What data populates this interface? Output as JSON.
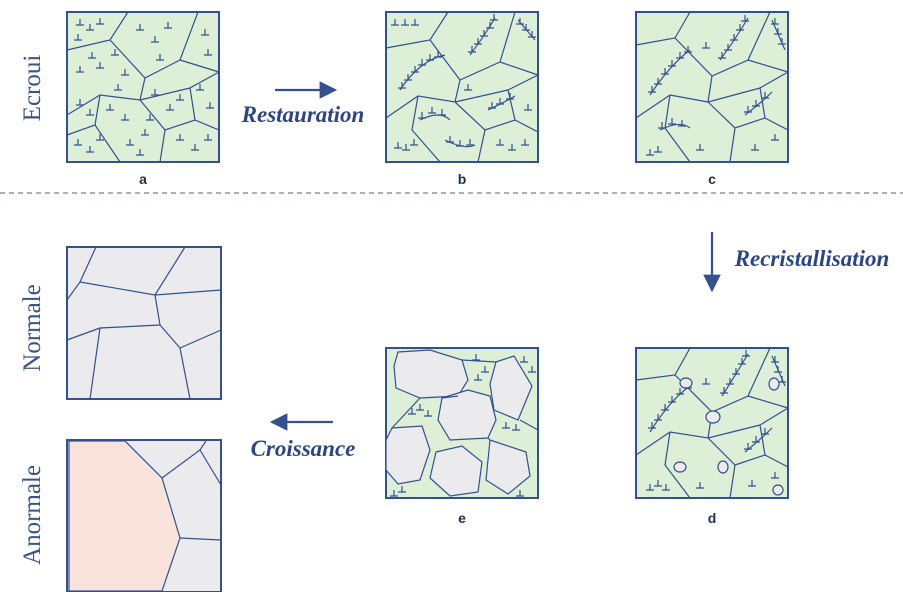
{
  "side_labels": {
    "ecroui": "Ecroui",
    "normale": "Normale",
    "anormale": "Anormale"
  },
  "process_labels": {
    "restauration": "Restauration",
    "recristallisation": "Recristallisation",
    "croissance": "Croissance"
  },
  "panel_labels": {
    "a": "a",
    "b": "b",
    "c": "c",
    "d": "d",
    "e": "e"
  },
  "colors": {
    "deformed_grain_fill": "#deefd8",
    "new_grain_fill": "#ebebee",
    "abnormal_grain_fill": "#fbe3dd",
    "boundary_stroke": "#33508f",
    "dislocation_stroke": "#33508f",
    "label_text": "#1f2f4f",
    "separator": "#6f82aa"
  },
  "icons": {
    "dislocation_symbol": "inverted-t-icon",
    "arrow": "arrow-icon"
  }
}
